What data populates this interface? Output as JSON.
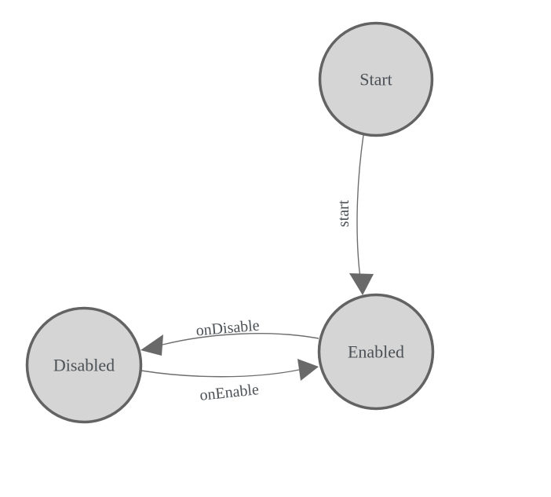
{
  "diagram": {
    "title": "state-machine-diagram",
    "palette": {
      "background": "#ffffff",
      "node_fill": "#d5d5d5",
      "node_stroke": "#636363",
      "edge_color": "#6e6e6e",
      "label_color": "#4c5156"
    },
    "nodes": [
      {
        "id": "start",
        "label": "Start"
      },
      {
        "id": "enabled",
        "label": "Enabled"
      },
      {
        "id": "disabled",
        "label": "Disabled"
      }
    ],
    "edges": [
      {
        "from": "Start",
        "to": "Enabled",
        "label": "start"
      },
      {
        "from": "Enabled",
        "to": "Disabled",
        "label": "onDisable"
      },
      {
        "from": "Disabled",
        "to": "Enabled",
        "label": "onEnable"
      }
    ]
  }
}
